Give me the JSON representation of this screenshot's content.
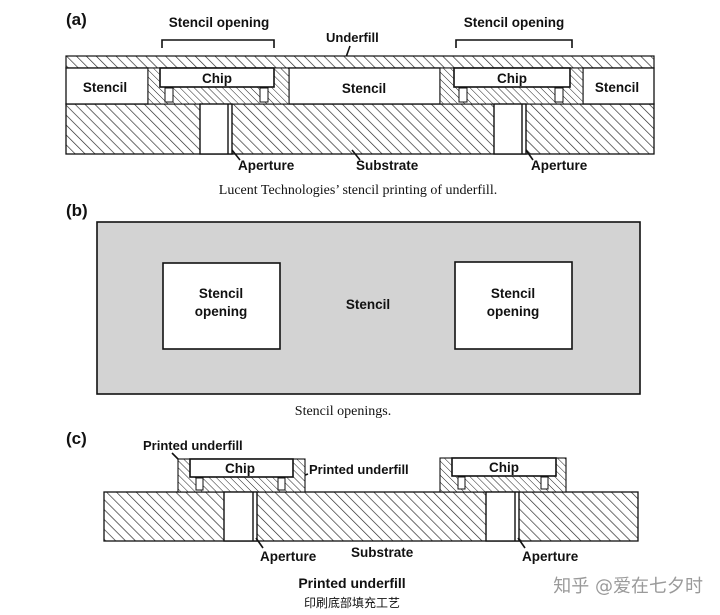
{
  "panel_a": {
    "tag": "(a)",
    "stencil_opening_left": "Stencil opening",
    "stencil_opening_right": "Stencil opening",
    "underfill": "Underfill",
    "stencil_left": "Stencil",
    "stencil_middle": "Stencil",
    "stencil_right": "Stencil",
    "chip_left": "Chip",
    "chip_right": "Chip",
    "aperture_left": "Aperture",
    "aperture_right": "Aperture",
    "substrate": "Substrate",
    "caption": "Lucent Technologies’ stencil printing of underfill."
  },
  "panel_b": {
    "tag": "(b)",
    "opening_left_line1": "Stencil",
    "opening_left_line2": "opening",
    "stencil": "Stencil",
    "opening_right_line1": "Stencil",
    "opening_right_line2": "opening",
    "caption": "Stencil openings.",
    "stencil_fill": "#d3d3d3"
  },
  "panel_c": {
    "tag": "(c)",
    "printed_underfill_left": "Printed underfill",
    "printed_underfill_middle": "Printed underfill",
    "chip_left": "Chip",
    "chip_right": "Chip",
    "aperture_left": "Aperture",
    "aperture_right": "Aperture",
    "substrate": "Substrate",
    "caption": "Printed underfill"
  },
  "caption_cn": "印刷底部填充工艺",
  "watermark": "知乎 @爱在七夕时"
}
